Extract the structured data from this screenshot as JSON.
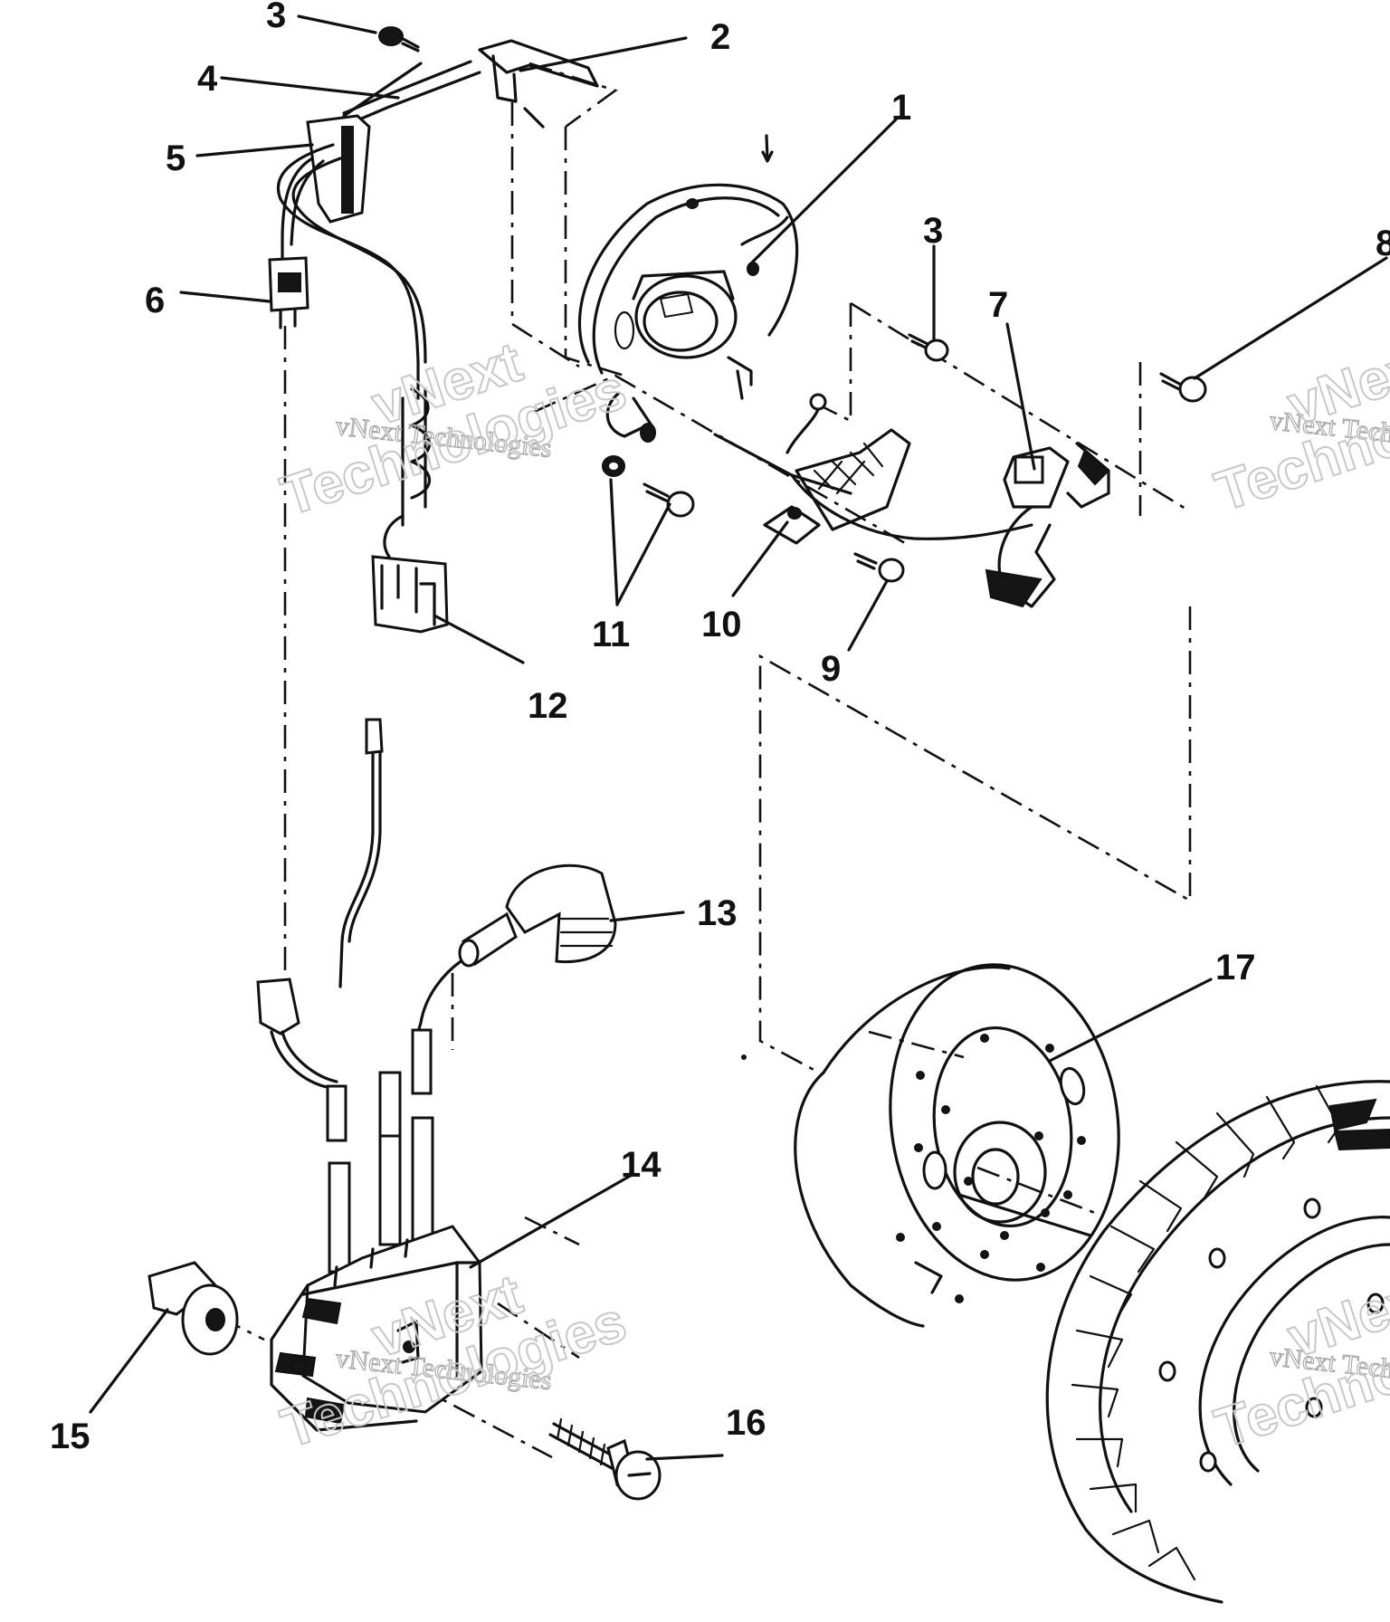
{
  "callouts": [
    {
      "id": "c1",
      "label": "1"
    },
    {
      "id": "c2",
      "label": "2"
    },
    {
      "id": "c3a",
      "label": "3"
    },
    {
      "id": "c3b",
      "label": "3"
    },
    {
      "id": "c4",
      "label": "4"
    },
    {
      "id": "c5",
      "label": "5"
    },
    {
      "id": "c6",
      "label": "6"
    },
    {
      "id": "c7",
      "label": "7"
    },
    {
      "id": "c8",
      "label": "8"
    },
    {
      "id": "c9",
      "label": "9"
    },
    {
      "id": "c10",
      "label": "10"
    },
    {
      "id": "c11",
      "label": "11"
    },
    {
      "id": "c12",
      "label": "12"
    },
    {
      "id": "c13",
      "label": "13"
    },
    {
      "id": "c14",
      "label": "14"
    },
    {
      "id": "c15",
      "label": "15"
    },
    {
      "id": "c16",
      "label": "16"
    },
    {
      "id": "c17",
      "label": "17"
    }
  ],
  "watermark": {
    "line1": "vNext Technologies",
    "big1": "vNext",
    "big2": "Technologies"
  }
}
